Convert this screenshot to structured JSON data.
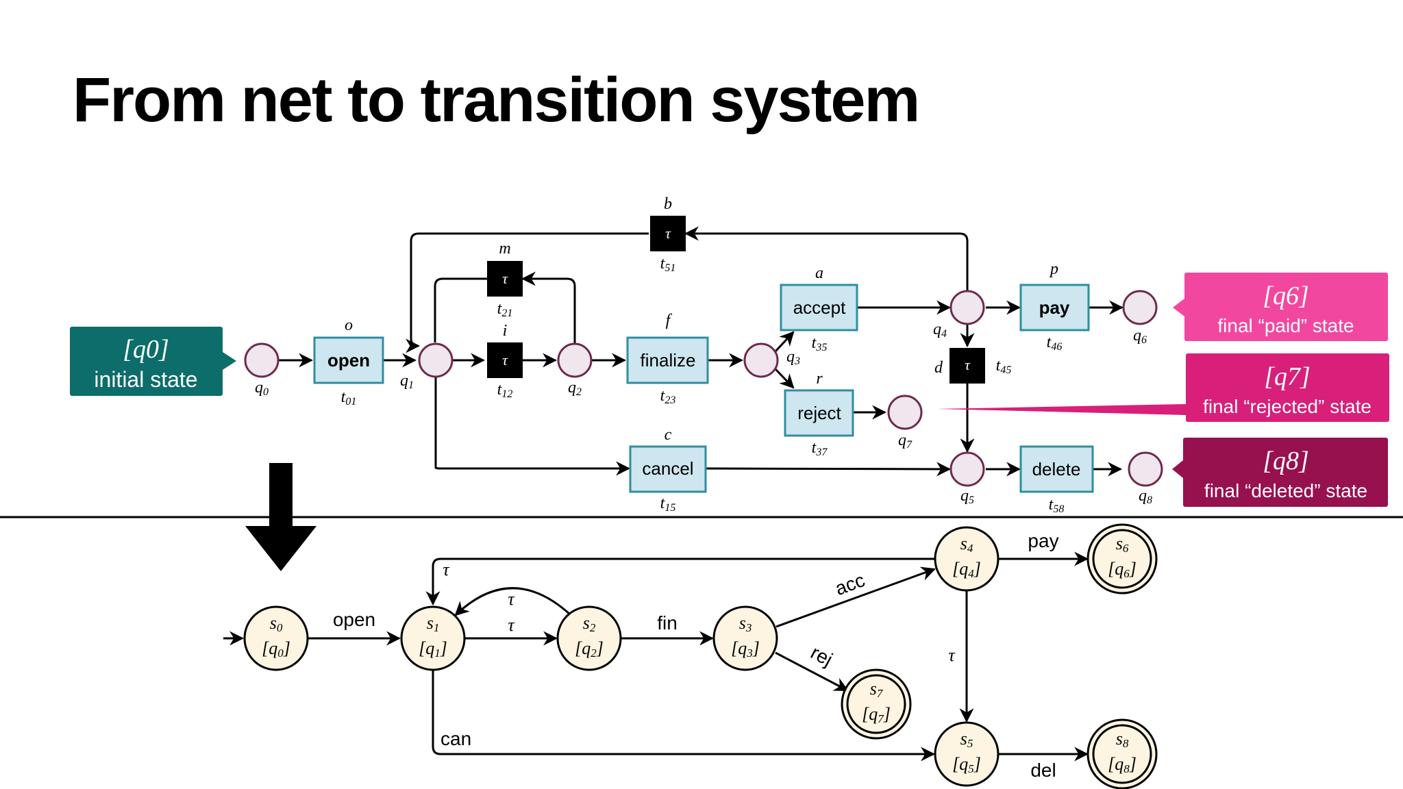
{
  "title": "From net to transition system",
  "colors": {
    "place_fill": "#efe6ee",
    "place_stroke": "#6e2a4d",
    "transition_fill": "#cde6ef",
    "transition_stroke": "#2f8ea0",
    "state_fill": "#fdf4e1",
    "callout_initial": "#0d6d6a",
    "callout_paid": "#f2479f",
    "callout_rejected": "#d81f79",
    "callout_deleted": "#97114f"
  },
  "petri_net": {
    "places": [
      {
        "id": "q0",
        "label": "q0"
      },
      {
        "id": "q1",
        "label": "q1"
      },
      {
        "id": "q2",
        "label": "q2"
      },
      {
        "id": "q3",
        "label": "q3"
      },
      {
        "id": "q4",
        "label": "q4"
      },
      {
        "id": "q5",
        "label": "q5"
      },
      {
        "id": "q6",
        "label": "q6"
      },
      {
        "id": "q7",
        "label": "q7"
      },
      {
        "id": "q8",
        "label": "q8"
      }
    ],
    "transitions": [
      {
        "id": "t01",
        "name": "open",
        "action": "o",
        "label": "t01"
      },
      {
        "id": "t23",
        "name": "finalize",
        "action": "f",
        "label": "t23"
      },
      {
        "id": "t35",
        "name": "accept",
        "action": "a",
        "label": "t35"
      },
      {
        "id": "t37",
        "name": "reject",
        "action": "r",
        "label": "t37"
      },
      {
        "id": "t46",
        "name": "pay",
        "action": "p",
        "label": "t46"
      },
      {
        "id": "t15",
        "name": "cancel",
        "action": "c",
        "label": "t15"
      },
      {
        "id": "t58",
        "name": "delete",
        "action": "",
        "label": "t58"
      },
      {
        "id": "t12",
        "name": "τ",
        "action": "i",
        "label": "t12"
      },
      {
        "id": "t21",
        "name": "τ",
        "action": "m",
        "label": "t21"
      },
      {
        "id": "t51",
        "name": "τ",
        "action": "b",
        "label": "t51"
      },
      {
        "id": "t45",
        "name": "τ",
        "action": "d",
        "label": "t45"
      }
    ]
  },
  "callouts": {
    "initial": {
      "marking": "[q0]",
      "text": "initial state"
    },
    "paid": {
      "marking": "[q6]",
      "text": "final “paid” state"
    },
    "rejected": {
      "marking": "[q7]",
      "text": "final “rejected” state"
    },
    "deleted": {
      "marking": "[q8]",
      "text": "final “deleted” state"
    }
  },
  "transition_system": {
    "states": [
      {
        "id": "s0",
        "marking": "[q0]",
        "final": false
      },
      {
        "id": "s1",
        "marking": "[q1]",
        "final": false
      },
      {
        "id": "s2",
        "marking": "[q2]",
        "final": false
      },
      {
        "id": "s3",
        "marking": "[q3]",
        "final": false
      },
      {
        "id": "s4",
        "marking": "[q4]",
        "final": false
      },
      {
        "id": "s5",
        "marking": "[q5]",
        "final": false
      },
      {
        "id": "s6",
        "marking": "[q6]",
        "final": true
      },
      {
        "id": "s7",
        "marking": "[q7]",
        "final": true
      },
      {
        "id": "s8",
        "marking": "[q8]",
        "final": true
      }
    ],
    "edges": [
      {
        "from": "s0",
        "to": "s1",
        "label": "open"
      },
      {
        "from": "s1",
        "to": "s2",
        "label": "τ"
      },
      {
        "from": "s2",
        "to": "s1",
        "label": "τ"
      },
      {
        "from": "s2",
        "to": "s3",
        "label": "fin"
      },
      {
        "from": "s3",
        "to": "s4",
        "label": "acc"
      },
      {
        "from": "s3",
        "to": "s7",
        "label": "rej"
      },
      {
        "from": "s4",
        "to": "s6",
        "label": "pay"
      },
      {
        "from": "s4",
        "to": "s1",
        "label": "τ"
      },
      {
        "from": "s4",
        "to": "s5",
        "label": "τ"
      },
      {
        "from": "s1",
        "to": "s5",
        "label": "can"
      },
      {
        "from": "s5",
        "to": "s8",
        "label": "del"
      }
    ]
  }
}
